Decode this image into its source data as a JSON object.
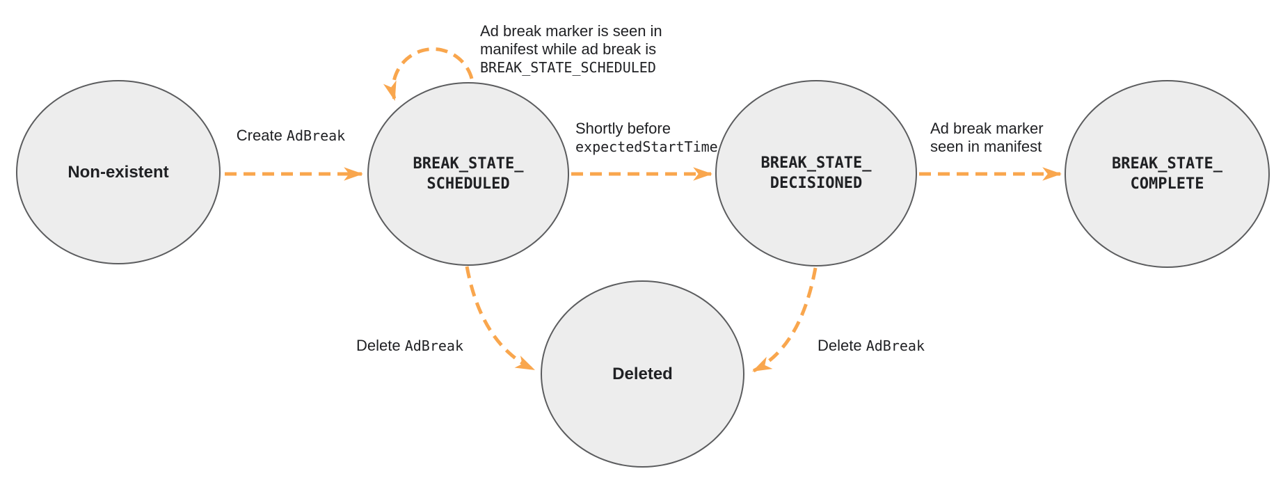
{
  "colors": {
    "arrow": "#F9A64D",
    "node-fill": "#EDEDED",
    "node-border": "#5B5C5E",
    "text": "#202124"
  },
  "nodes": [
    {
      "id": "non-existent",
      "label": "Non-existent"
    },
    {
      "id": "break-state-scheduled",
      "label": "BREAK_STATE_\nSCHEDULED"
    },
    {
      "id": "break-state-decisioned",
      "label": "BREAK_STATE_\nDECISIONED"
    },
    {
      "id": "break-state-complete",
      "label": "BREAK_STATE_\nCOMPLETE"
    },
    {
      "id": "deleted",
      "label": "Deleted"
    }
  ],
  "edges": {
    "create": {
      "plain": "Create ",
      "code": "AdBreak"
    },
    "self_loop": {
      "line1": "Ad break marker is seen in",
      "line2": "manifest while ad break is",
      "line3_code": "BREAK_STATE_SCHEDULED"
    },
    "shortly": {
      "line1": "Shortly before",
      "line2_code": "expectedStartTime"
    },
    "marker_seen": {
      "line1": "Ad break marker",
      "line2": "seen in manifest"
    },
    "delete_left": {
      "plain": "Delete ",
      "code": "AdBreak"
    },
    "delete_right": {
      "plain": "Delete ",
      "code": "AdBreak"
    }
  }
}
